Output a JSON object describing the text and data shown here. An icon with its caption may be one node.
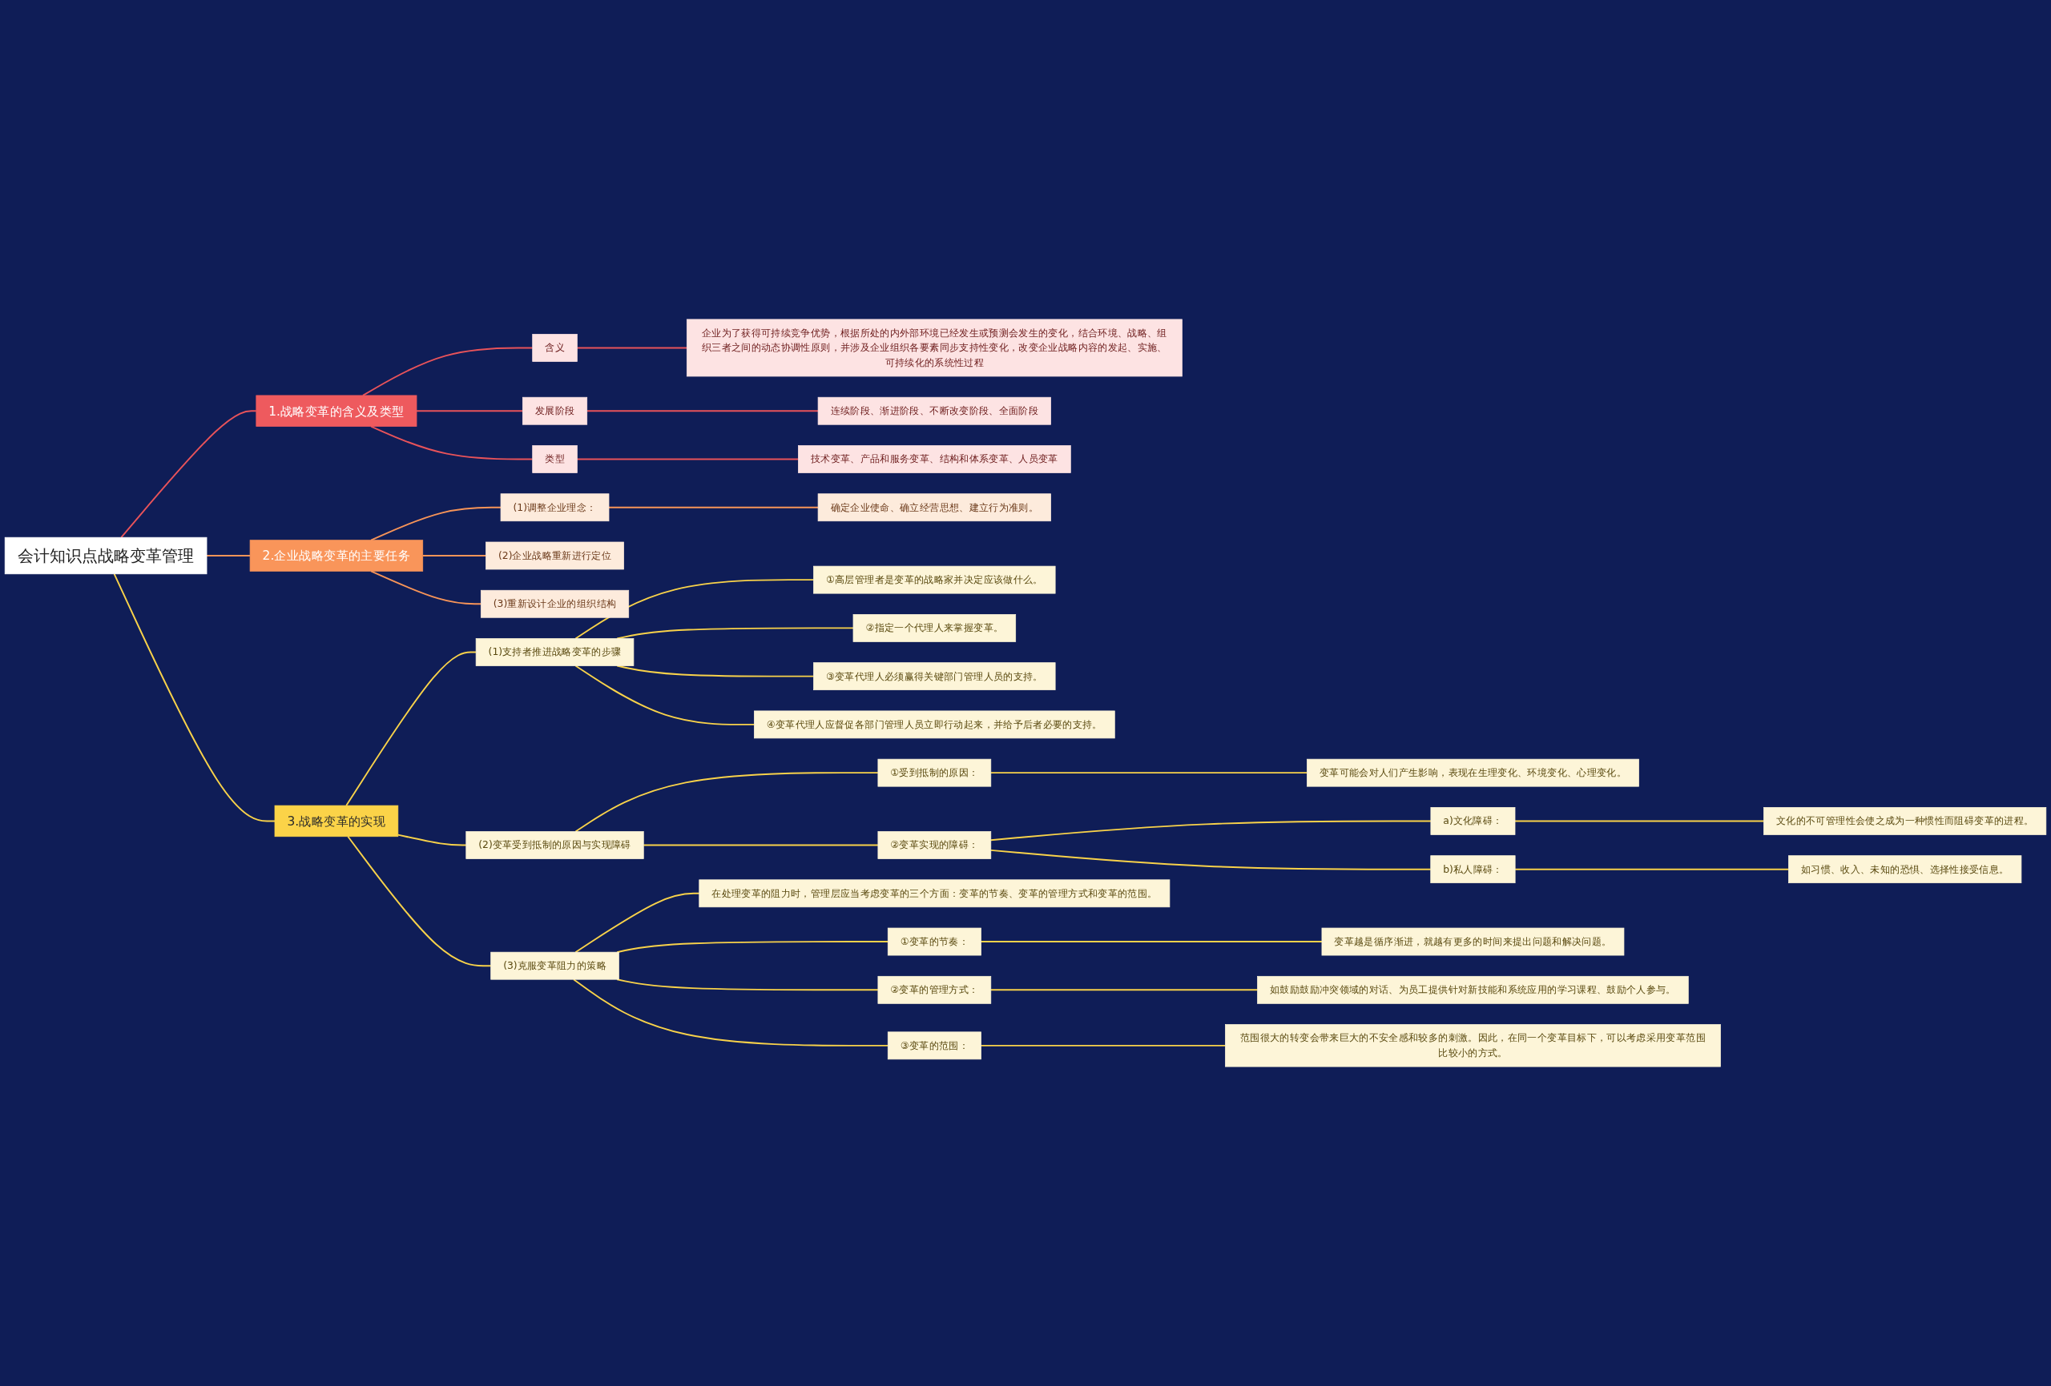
{
  "diagram": {
    "nodes": [
      {
        "text": [
          "会计知识点战略变革管理"
        ]
      },
      {
        "text": [
          "1.战略变革的含义及类型"
        ]
      },
      {
        "text": [
          "含义"
        ]
      },
      {
        "text": [
          "企业为了获得可持续竞争优势，根据所处的内外部环境已经发生或预测会发生的变化，结合环境、战略、组织三者之间的动态协调性原则，并涉及企业组织各要素同步支持性变化，改变企业战略内容的发起、实施、可持续化的系统性过程"
        ]
      },
      {
        "text": [
          "发展阶段"
        ]
      },
      {
        "text": [
          "连续阶段、渐进阶段、不断改变阶段、全面阶段"
        ]
      },
      {
        "text": [
          "类型"
        ]
      },
      {
        "text": [
          "技术变革、产品和服务变革、结构和体系变革、人员变革"
        ]
      },
      {
        "text": [
          "2.企业战略变革的主要任务"
        ]
      },
      {
        "text": [
          "(1)调整企业理念："
        ]
      },
      {
        "text": [
          "确定企业使命、确立经营思想、建立行为准则。"
        ]
      },
      {
        "text": [
          "(2)企业战略重新进行定位"
        ]
      },
      {
        "text": [
          "(3)重新设计企业的组织结构"
        ]
      },
      {
        "text": [
          "3.战略变革的实现"
        ]
      },
      {
        "text": [
          "(1)支持者推进战略变革的步骤"
        ]
      },
      {
        "text": [
          "①高层管理者是变革的战略家并决定应该做什么。"
        ]
      },
      {
        "text": [
          "②指定一个代理人来掌握变革。"
        ]
      },
      {
        "text": [
          "③变革代理人必须赢得关键部门管理人员的支持。"
        ]
      },
      {
        "text": [
          "④变革代理人应督促各部门管理人员立即行动起来，并给予后者必要的支持。"
        ]
      },
      {
        "text": [
          "(2)变革受到抵制的原因与实现障碍"
        ]
      },
      {
        "text": [
          "①受到抵制的原因："
        ]
      },
      {
        "text": [
          "变革可能会对人们产生影响，表现在生理变化、环境变化、心理变化。"
        ]
      },
      {
        "text": [
          "②变革实现的障碍："
        ]
      },
      {
        "text": [
          "a)文化障碍："
        ]
      },
      {
        "text": [
          "文化的不可管理性会使之成为一种惯性而阻碍变革的进程。"
        ]
      },
      {
        "text": [
          "b)私人障碍："
        ]
      },
      {
        "text": [
          "如习惯、收入、未知的恐惧、选择性接受信息。"
        ]
      },
      {
        "text": [
          "(3)克服变革阻力的策略"
        ]
      },
      {
        "text": [
          "在处理变革的阻力时，管理层应当考虑变革的三个方面：变革的节奏、变革的管理方式和变革的范围。"
        ]
      },
      {
        "text": [
          "①变革的节奏："
        ]
      },
      {
        "text": [
          "变革越是循序渐进，就越有更多的时间来提出问题和解决问题。"
        ]
      },
      {
        "text": [
          "②变革的管理方式："
        ]
      },
      {
        "text": [
          "如鼓励鼓励冲突领域的对话、为员工提供针对新技能和系统应用的学习课程、鼓励个人参与。"
        ]
      },
      {
        "text": [
          "③变革的范围："
        ]
      },
      {
        "text": [
          "范围很大的转变会带来巨大的不安全感和较多的刺激。因此，在同一个变革目标下，可以考虑采用变革范围比较小的方式。"
        ]
      }
    ],
    "edges": [
      {
        "from": 0,
        "to": 1,
        "arrow": "none",
        "color": "#e8535a"
      },
      {
        "from": 1,
        "to": 2,
        "arrow": "none",
        "color": "#e8535a"
      },
      {
        "from": 2,
        "to": 3,
        "arrow": "none",
        "color": "#e8535a"
      },
      {
        "from": 1,
        "to": 4,
        "arrow": "none",
        "color": "#e8535a"
      },
      {
        "from": 4,
        "to": 5,
        "arrow": "none",
        "color": "#e8535a"
      },
      {
        "from": 1,
        "to": 6,
        "arrow": "none",
        "color": "#e8535a"
      },
      {
        "from": 6,
        "to": 7,
        "arrow": "none",
        "color": "#e8535a"
      },
      {
        "from": 0,
        "to": 8,
        "arrow": "none",
        "color": "#f79458"
      },
      {
        "from": 8,
        "to": 9,
        "arrow": "none",
        "color": "#f79458"
      },
      {
        "from": 9,
        "to": 10,
        "arrow": "none",
        "color": "#f79458"
      },
      {
        "from": 8,
        "to": 11,
        "arrow": "none",
        "color": "#f79458"
      },
      {
        "from": 8,
        "to": 12,
        "arrow": "none",
        "color": "#f79458"
      },
      {
        "from": 0,
        "to": 13,
        "arrow": "none"
      },
      {
        "from": 13,
        "to": 14,
        "arrow": "none"
      },
      {
        "from": 14,
        "to": 15,
        "arrow": "none"
      },
      {
        "from": 14,
        "to": 16,
        "arrow": "none"
      },
      {
        "from": 14,
        "to": 17,
        "arrow": "none"
      },
      {
        "from": 14,
        "to": 18,
        "arrow": "none"
      },
      {
        "from": 13,
        "to": 19,
        "arrow": "none"
      },
      {
        "from": 19,
        "to": 20,
        "arrow": "none"
      },
      {
        "from": 20,
        "to": 21,
        "arrow": "none"
      },
      {
        "from": 19,
        "to": 22,
        "arrow": "none"
      },
      {
        "from": 22,
        "to": 23,
        "arrow": "none"
      },
      {
        "from": 23,
        "to": 24,
        "arrow": "none"
      },
      {
        "from": 22,
        "to": 25,
        "arrow": "none"
      },
      {
        "from": 25,
        "to": 26,
        "arrow": "none"
      },
      {
        "from": 13,
        "to": 27,
        "arrow": "none"
      },
      {
        "from": 27,
        "to": 28,
        "arrow": "none"
      },
      {
        "from": 27,
        "to": 29,
        "arrow": "none"
      },
      {
        "from": 29,
        "to": 30,
        "arrow": "none"
      },
      {
        "from": 27,
        "to": 31,
        "arrow": "none"
      },
      {
        "from": 31,
        "to": 32,
        "arrow": "none"
      },
      {
        "from": 27,
        "to": 33,
        "arrow": "none"
      },
      {
        "from": 33,
        "to": 34,
        "arrow": "none"
      }
    ]
  }
}
